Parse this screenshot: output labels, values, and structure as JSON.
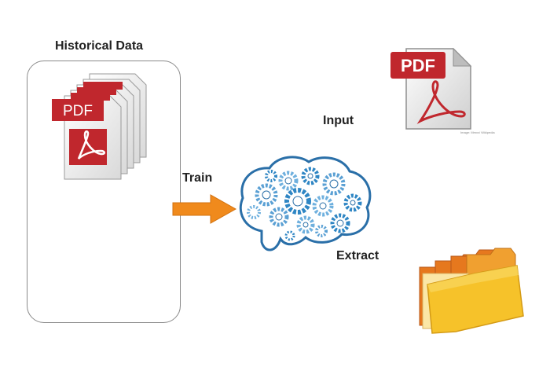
{
  "labels": {
    "historical_data": "Historical Data",
    "input": "Input",
    "train": "Train",
    "extract": "Extract"
  },
  "pdf_icon_text": "PDF",
  "pdf_credit": "Image: Mmxx/ Wikipedia",
  "icons": {
    "history_stack": "pdf-document-stack-icon",
    "input_doc": "pdf-document-icon",
    "model": "brain-gears-icon",
    "output": "folders-icon",
    "train_flow": "right-arrow-icon"
  },
  "colors": {
    "pdf_red": "#c0272d",
    "arrow_orange": "#f08a1c",
    "brain_blue": "#2f86c4",
    "folder_yellow": "#f6c22a",
    "folder_orange": "#e6781e"
  }
}
